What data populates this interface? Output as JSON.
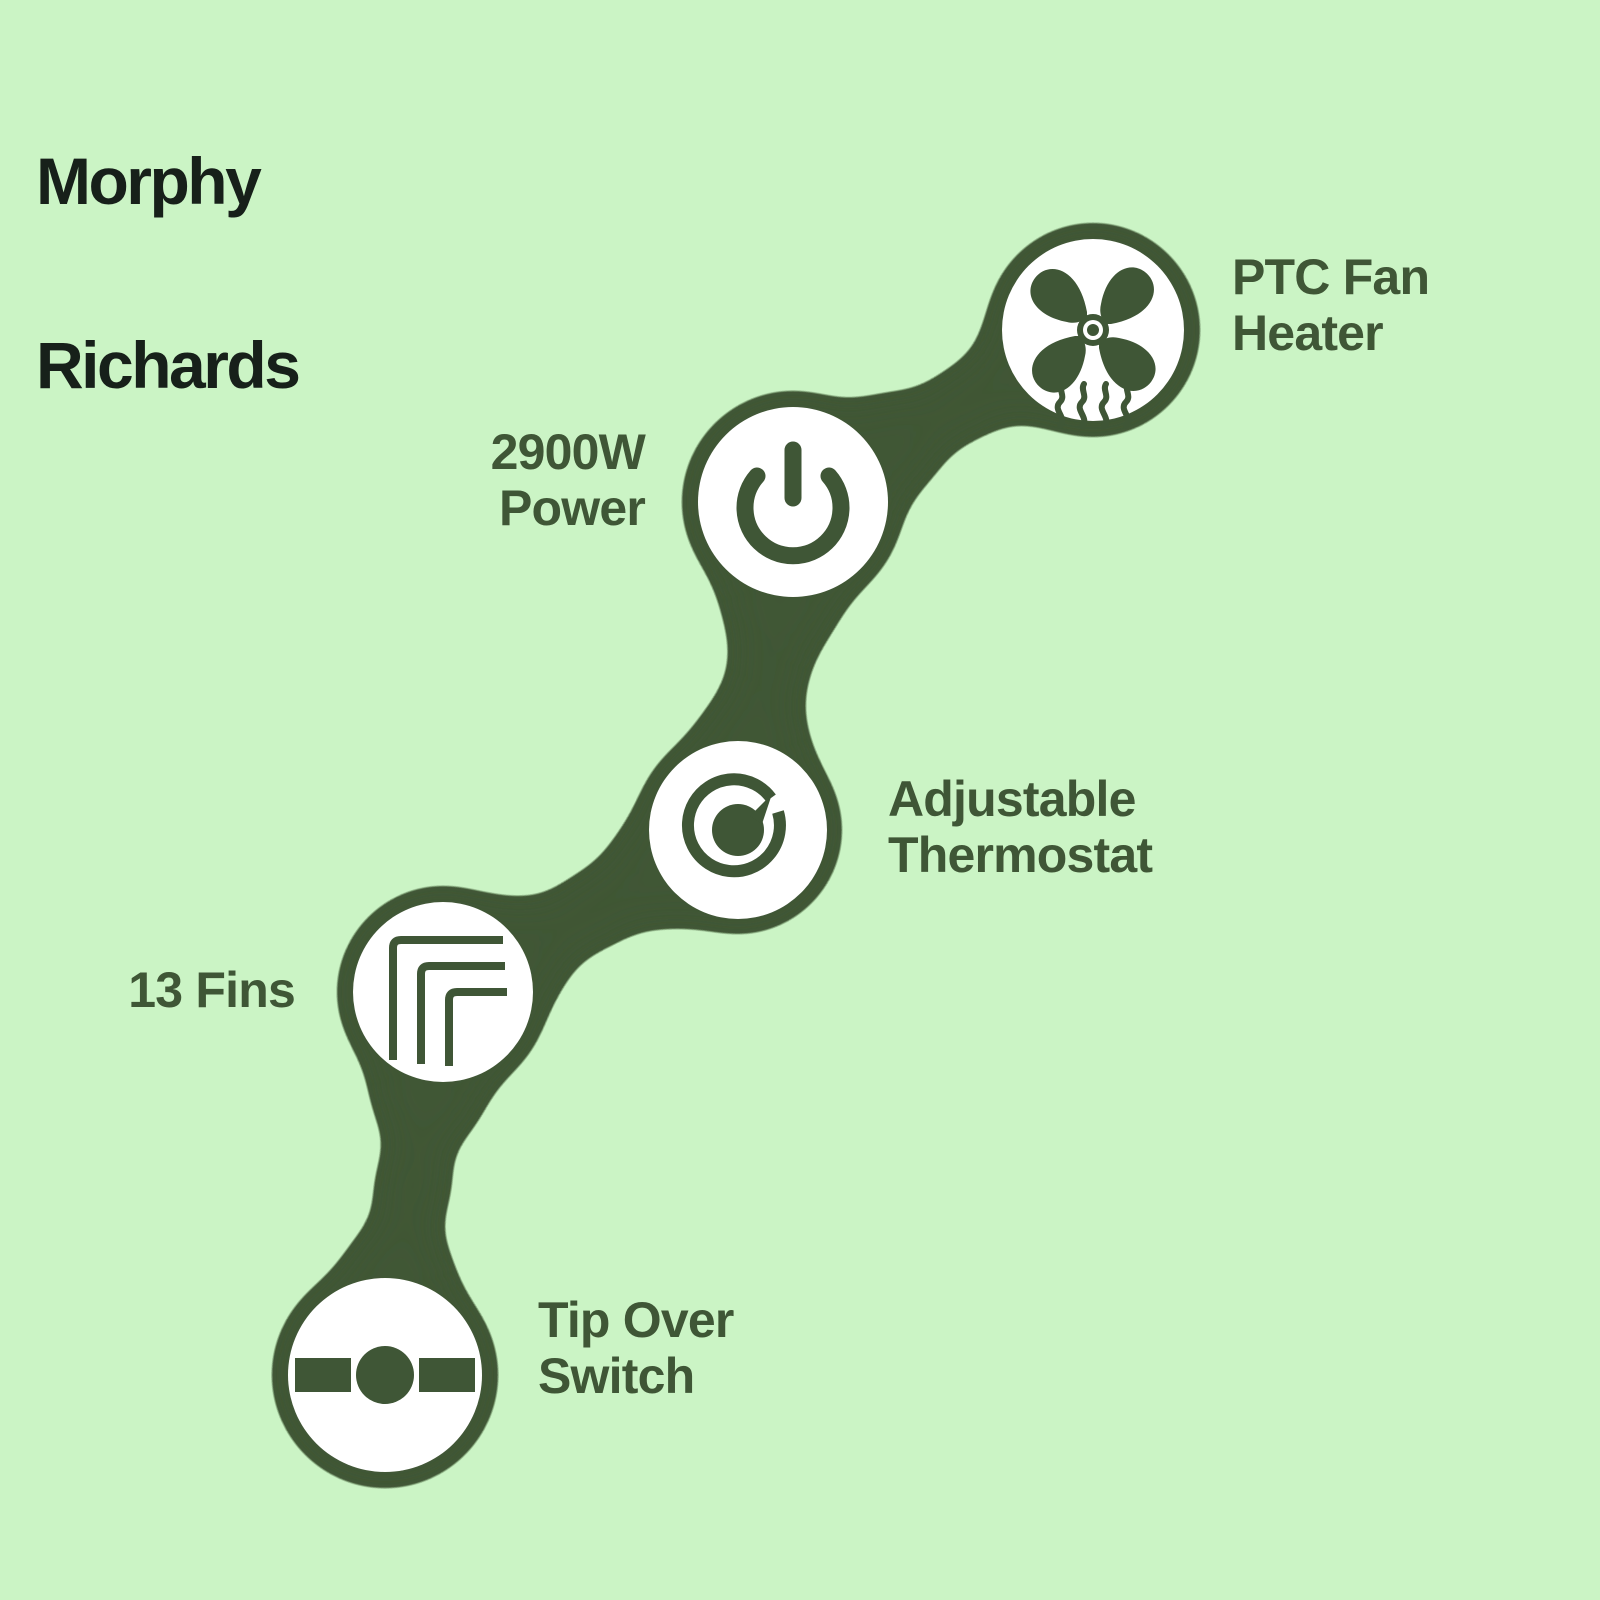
{
  "brand": {
    "line1": "Morphy",
    "line2": "Richards"
  },
  "colors": {
    "background": "#cbf4c5",
    "dark_green": "#3f5636",
    "white": "#ffffff",
    "logo_black": "#17201a"
  },
  "features": [
    {
      "id": "ptc-fan-heater",
      "label": "PTC Fan\nHeater",
      "icon": "fan-heater-icon",
      "label_side": "right"
    },
    {
      "id": "power",
      "label": "2900W\nPower",
      "icon": "power-icon",
      "label_side": "left"
    },
    {
      "id": "thermostat",
      "label": "Adjustable\nThermostat",
      "icon": "thermostat-dial-icon",
      "label_side": "right"
    },
    {
      "id": "fins",
      "label": "13 Fins",
      "icon": "fins-icon",
      "label_side": "left"
    },
    {
      "id": "tip-over-switch",
      "label": "Tip Over\nSwitch",
      "icon": "tip-over-switch-icon",
      "label_side": "right"
    }
  ]
}
